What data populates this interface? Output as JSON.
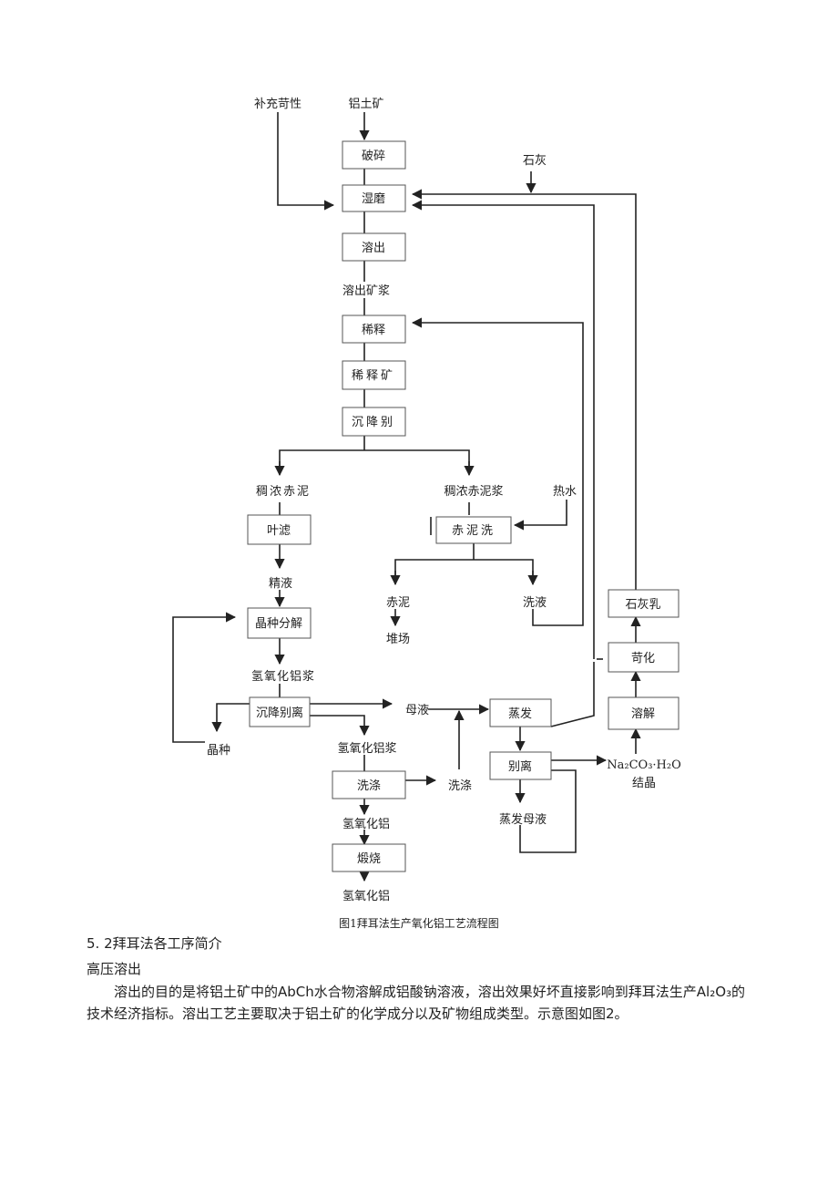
{
  "figure": {
    "nodes": {
      "posui": "破碎",
      "shimo": "湿磨",
      "rongchu": "溶出",
      "xishi": "稀释",
      "xishikuang": "稀释矿",
      "chenjiang1": "沉降别",
      "yelv": "叶滤",
      "chinixi": "赤泥洗",
      "jingzhong": "晶种分解",
      "chenjiang2": "沉降别离",
      "xidi": "洗涤",
      "duanshao": "煅烧",
      "zhengfa": "蒸发",
      "bieli": "别离",
      "shihuiru": "石灰乳",
      "kehua": "苛化",
      "rongjie": "溶解"
    },
    "labels": {
      "buchong": "补充苛性",
      "lvtukuang": "铝土矿",
      "shihui": "石灰",
      "rongchukuangjiang": "溶出矿浆",
      "choubnongchini": "稠浓赤泥",
      "choubnongchinijiang": "稠浓赤泥浆",
      "reshui": "热水",
      "jingye": "精液",
      "chini": "赤泥",
      "duichang": "堆场",
      "xiye": "洗液",
      "qinghualvjiang": "氢氧化铝浆",
      "muye": "母液",
      "jingzhonglbl": "晶种",
      "qinghualvjiang2": "氢氧化铝浆",
      "xidilbl": "洗涤",
      "na2co3": "Na₂CO₃·H₂O",
      "jieJing": "结晶",
      "zhengfamuye": "蒸发母液",
      "qinghualv1": "氢氧化铝",
      "qinghualv2": "氢氧化铝"
    },
    "caption": "图1拜耳法生产氧化铝工艺流程图"
  },
  "section": {
    "heading": "5. 2拜耳法各工序简介",
    "subheading": "高压溶出",
    "paragraph": "溶出的目的是将铝土矿中的AbCh水合物溶解成铝酸钠溶液，溶出效果好坏直接影响到拜耳法生产Al₂O₃的技术经济指标。溶出工艺主要取决于铝土矿的化学成分以及矿物组成类型。示意图如图2。"
  }
}
